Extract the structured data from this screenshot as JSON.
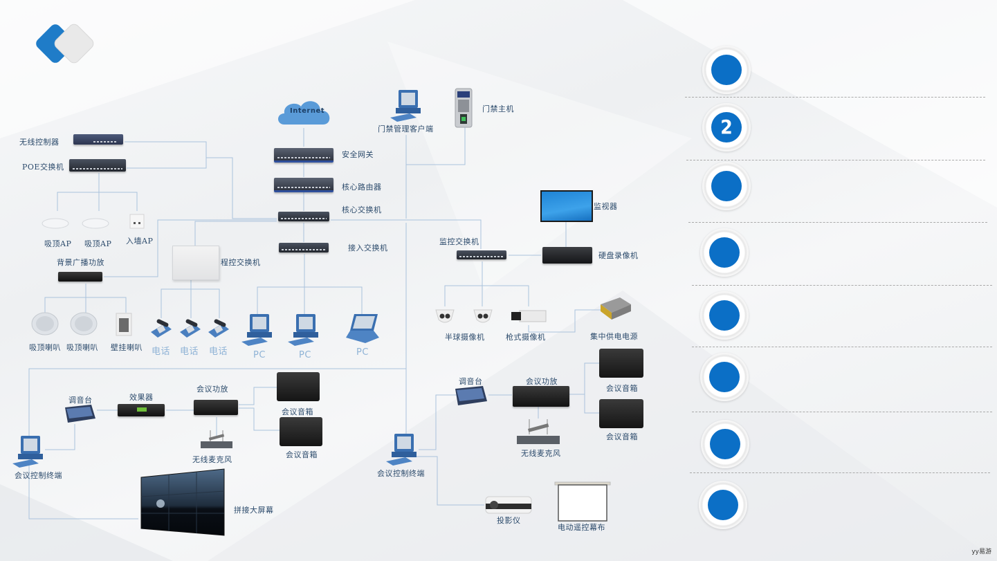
{
  "slide": {
    "logo_icon": "diamond-logo-icon",
    "watermark": "yy易游"
  },
  "diagram": {
    "core": {
      "internet": "Internet",
      "gateway": "安全网关",
      "router": "核心路由器",
      "core_switch": "核心交换机",
      "access_switch": "接入交换机"
    },
    "access_control": {
      "client": "门禁管理客户端",
      "host": "门禁主机"
    },
    "wireless": {
      "controller": "无线控制器",
      "poe_switch": "POE交换机",
      "ap_items": [
        "吸顶AP",
        "吸顶AP",
        "入墙AP"
      ]
    },
    "broadcast": {
      "amp": "背景广播功放",
      "speakers": [
        "吸顶喇叭",
        "吸顶喇叭",
        "壁挂喇叭"
      ]
    },
    "pbx": {
      "switch": "程控交换机",
      "phones": [
        "电话",
        "电话",
        "电话"
      ]
    },
    "pcs": [
      "PC",
      "PC",
      "PC"
    ],
    "surveillance": {
      "switch": "监控交换机",
      "monitor": "监视器",
      "nvr": "硬盘录像机",
      "dome_camera": "半球摄像机",
      "bullet_camera": "枪式摄像机",
      "power": "集中供电电源"
    },
    "meeting_left": {
      "mixer": "调音台",
      "effects": "效果器",
      "amp": "会议功放",
      "speaker_1": "会议音箱",
      "speaker_2": "会议音箱",
      "mic": "无线麦克风",
      "terminal": "会议控制终端",
      "video_wall": "拼接大屏幕"
    },
    "meeting_right": {
      "mixer": "调音台",
      "amp": "会议功放",
      "speaker_1": "会议音箱",
      "speaker_2": "会议音箱",
      "mic": "无线麦克风",
      "terminal": "会议控制终端",
      "projector": "投影仪",
      "screen": "电动遥控幕布"
    }
  },
  "side_list": {
    "accent": "#0b6fc6",
    "items": [
      {
        "number": ""
      },
      {
        "number": "2"
      },
      {
        "number": ""
      },
      {
        "number": ""
      },
      {
        "number": ""
      },
      {
        "number": ""
      },
      {
        "number": ""
      },
      {
        "number": ""
      }
    ]
  }
}
